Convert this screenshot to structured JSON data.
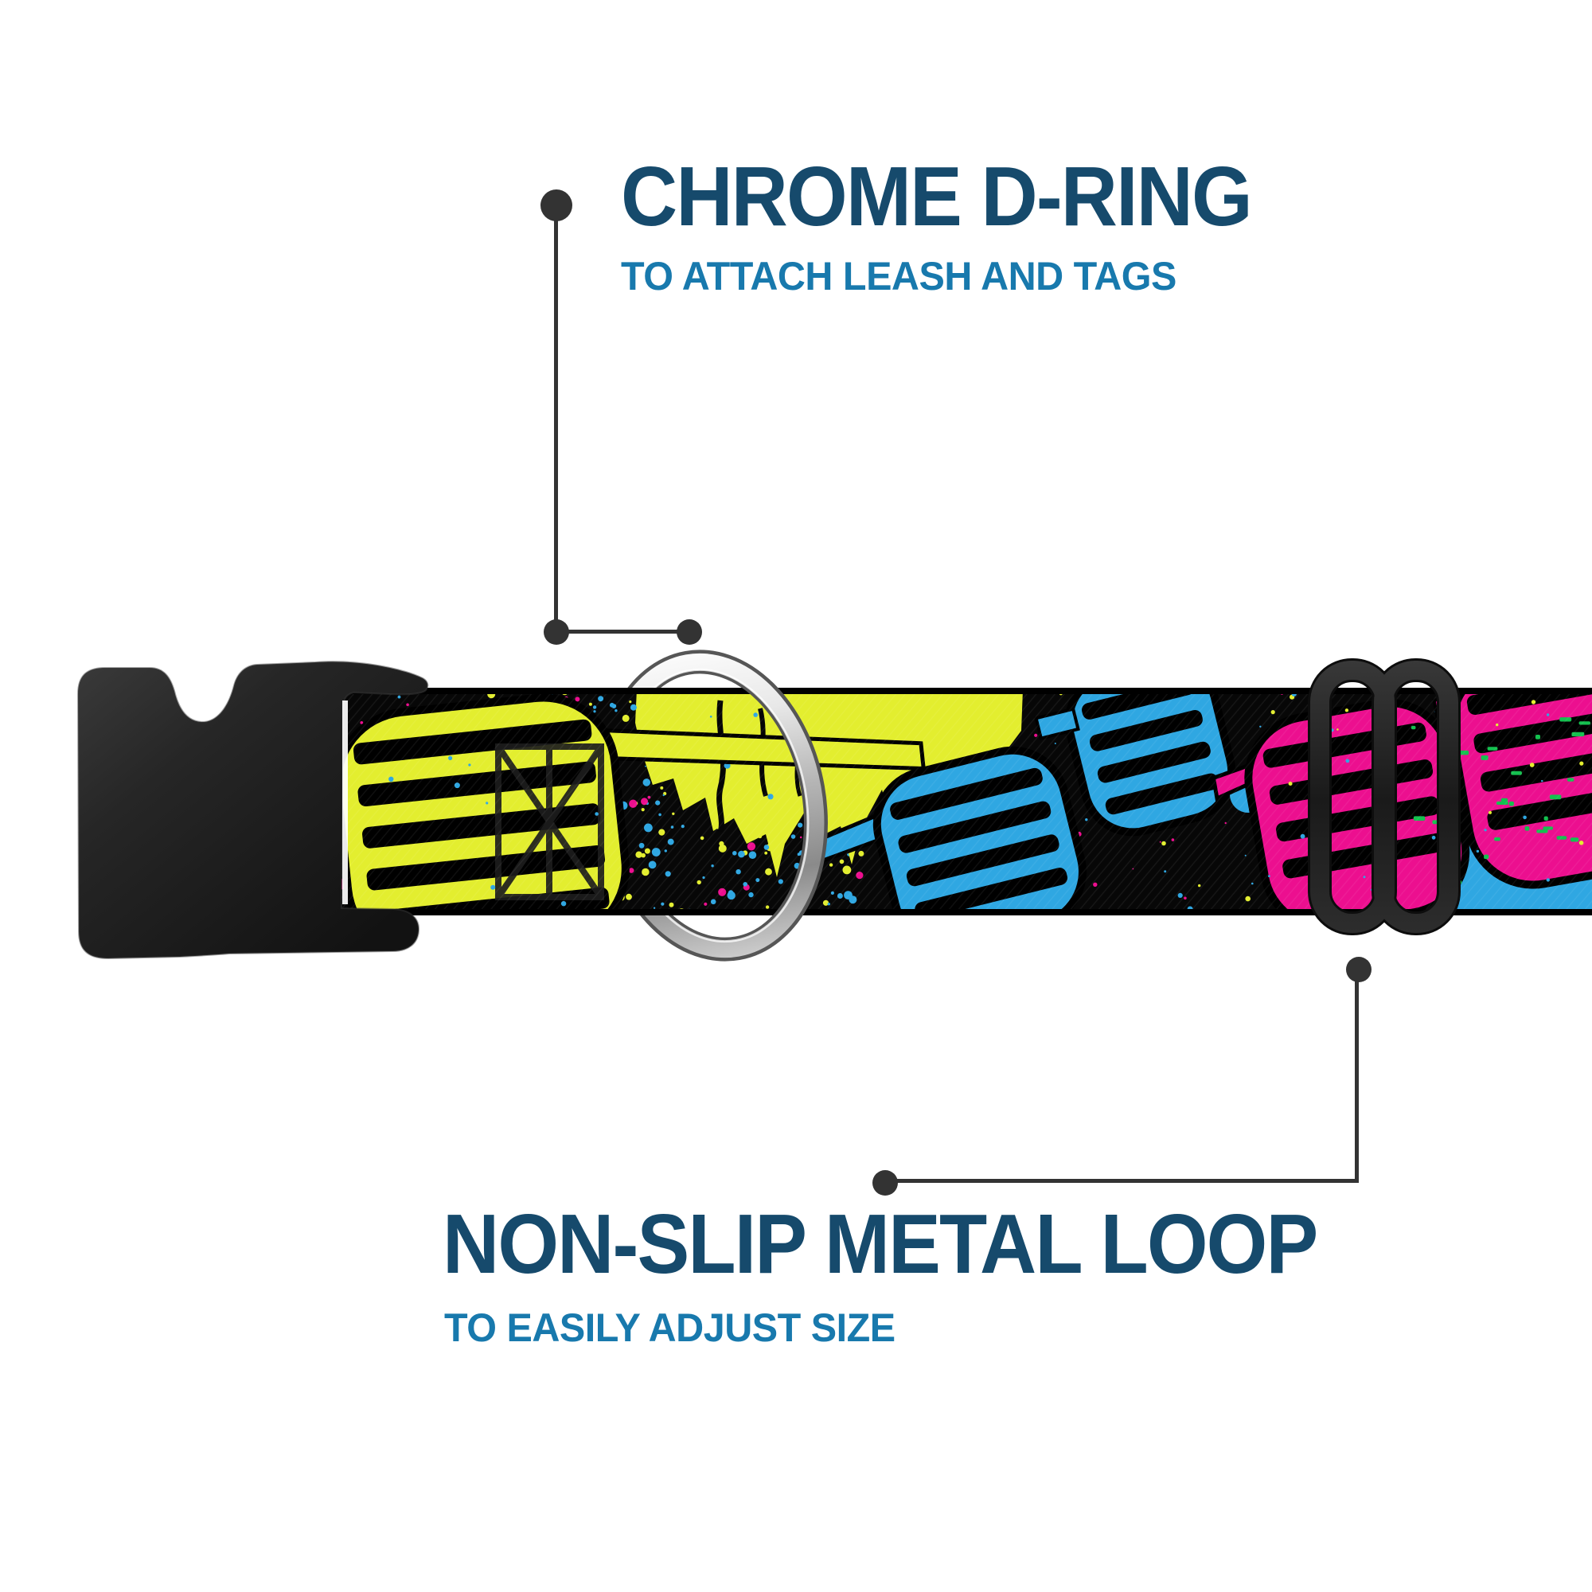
{
  "callouts": {
    "dring": {
      "title": "CHROME D-RING",
      "subtitle": "TO ATTACH LEASH AND TAGS"
    },
    "loop": {
      "title": "NON-SLIP METAL LOOP",
      "subtitle": "TO EASILY ADJUST SIZE"
    }
  },
  "colors": {
    "title_navy": "#164a6c",
    "subtitle_blue": "#1879ad",
    "callout_gray": "#333333",
    "strap_black": "#070707",
    "neon_yellow": "#e3ee2f",
    "neon_blue": "#2fa7e2",
    "neon_pink": "#ec0f8f",
    "neon_green": "#14c04f",
    "chrome_light": "#ffffff",
    "chrome_mid": "#b5b5b5",
    "chrome_dark": "#8a8a8a",
    "plastic_black": "#242424"
  }
}
